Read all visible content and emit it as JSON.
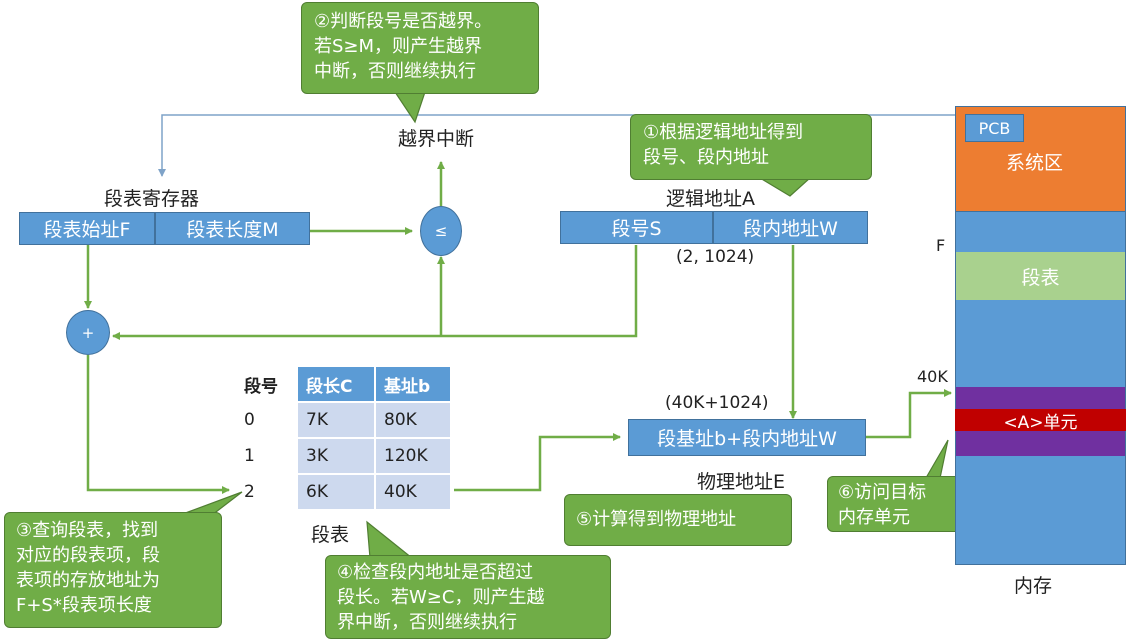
{
  "callouts": {
    "c2": [
      "②判断段号是否越界。",
      "若S≥M，则产生越界",
      "中断，否则继续执行"
    ],
    "c1": [
      "①根据逻辑地址得到",
      "段号、段内地址"
    ],
    "c3": [
      "③查询段表，找到",
      "对应的段表项，段",
      "表项的存放地址为",
      "F+S*段表项长度"
    ],
    "c4": [
      "④检查段内地址是否超过",
      "段长。若W≥C，则产生越",
      "界中断，否则继续执行"
    ],
    "c5": [
      "⑤计算得到物理地址"
    ],
    "c6": [
      "⑥访问目标",
      "内存单元"
    ]
  },
  "labels": {
    "overflow_interrupt": "越界中断",
    "seg_register": "段表寄存器",
    "logical_address": "逻辑地址A",
    "logical_example": "(2, 1024)",
    "physical_example": "(40K+1024)",
    "physical_address": "物理地址E",
    "segment_table_caption": "段表",
    "memory_caption": "内存",
    "F_marker": "F",
    "k40_marker": "40K"
  },
  "register": {
    "start": "段表始址F",
    "length": "段表长度M"
  },
  "logical": {
    "segno": "段号S",
    "offset": "段内地址W"
  },
  "physical": {
    "formula": "段基址b+段内地址W"
  },
  "ops": {
    "compare": "≤",
    "add": "+"
  },
  "segment_table": {
    "headers": [
      "段号",
      "段长C",
      "基址b"
    ],
    "rows": [
      [
        "0",
        "7K",
        "80K"
      ],
      [
        "1",
        "3K",
        "120K"
      ],
      [
        "2",
        "6K",
        "40K"
      ]
    ]
  },
  "memory": {
    "pcb": "PCB",
    "system_area": "系统区",
    "seg_table": "段表",
    "target": "<A>单元"
  },
  "colors": {
    "callout_fill": "#70ad47",
    "arrow_green": "#70ad47",
    "box_blue": "#5b9bd5",
    "system_orange": "#ed7d31",
    "segtable_green": "#a9d18e",
    "purple": "#7030a0",
    "target_red": "#c00000",
    "table_cell": "#cdd9ee"
  }
}
